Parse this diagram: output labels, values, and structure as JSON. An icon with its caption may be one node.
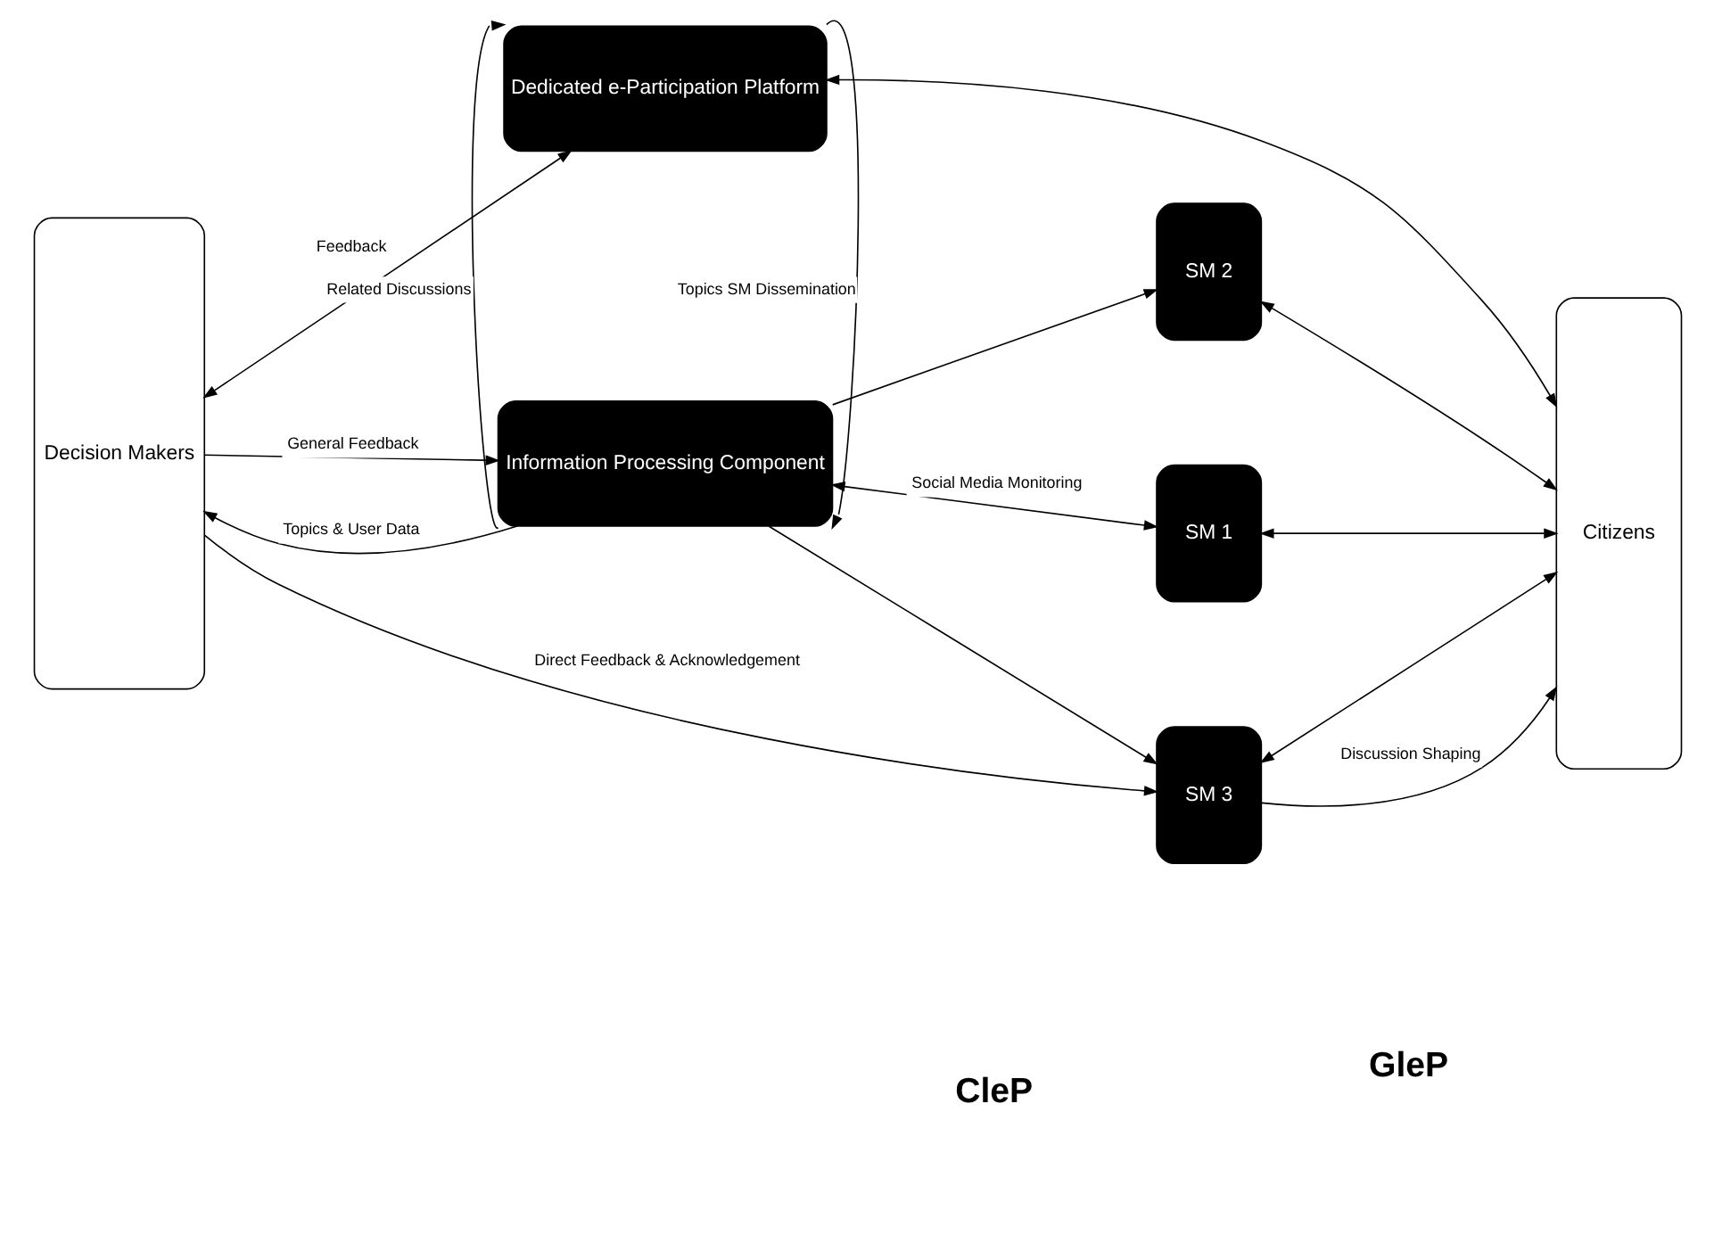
{
  "diagram": {
    "nodes": [
      {
        "text": [
          "Decision Makers"
        ]
      },
      {
        "text": [
          "Information Processing Component"
        ]
      },
      {
        "text": [
          "SM 1"
        ]
      },
      {
        "text": [
          "SM 2"
        ]
      },
      {
        "text": [
          "SM 3"
        ]
      },
      {
        "text": [
          "Citizens"
        ]
      },
      {
        "text": [
          "Dedicated e-Participation Platform"
        ]
      }
    ],
    "edges": [
      {
        "from": 1,
        "to": 0,
        "arrow": "to",
        "label": "Topics & User Data"
      },
      {
        "from": 0,
        "to": 1,
        "arrow": "to",
        "label": "General Feedback"
      },
      {
        "from": 1,
        "to": 2,
        "arrow": "both",
        "label": "Social Media Monitoring"
      },
      {
        "from": 1,
        "to": 3,
        "arrow": "to"
      },
      {
        "from": 1,
        "to": 4,
        "arrow": "to"
      },
      {
        "from": 2,
        "to": 5,
        "arrow": "both"
      },
      {
        "from": 3,
        "to": 5,
        "arrow": "both"
      },
      {
        "from": 4,
        "to": 5,
        "arrow": "both"
      },
      {
        "from": 1,
        "to": 6,
        "arrow": "to",
        "label": "Related Discussions"
      },
      {
        "from": 6,
        "to": 1,
        "arrow": "to",
        "label": "Topics SM Dissemination"
      },
      {
        "from": 0,
        "to": 4,
        "arrow": "to",
        "label": "Direct Feedback & Acknowledgement"
      },
      {
        "from": 4,
        "to": 5,
        "arrow": "to",
        "label": "Discussion Shaping"
      },
      {
        "from": 0,
        "to": 6,
        "arrow": "both",
        "label": "Feedback"
      },
      {
        "from": 6,
        "to": 5,
        "arrow": "both"
      }
    ],
    "labels": [
      "CleP",
      "GleP"
    ]
  }
}
